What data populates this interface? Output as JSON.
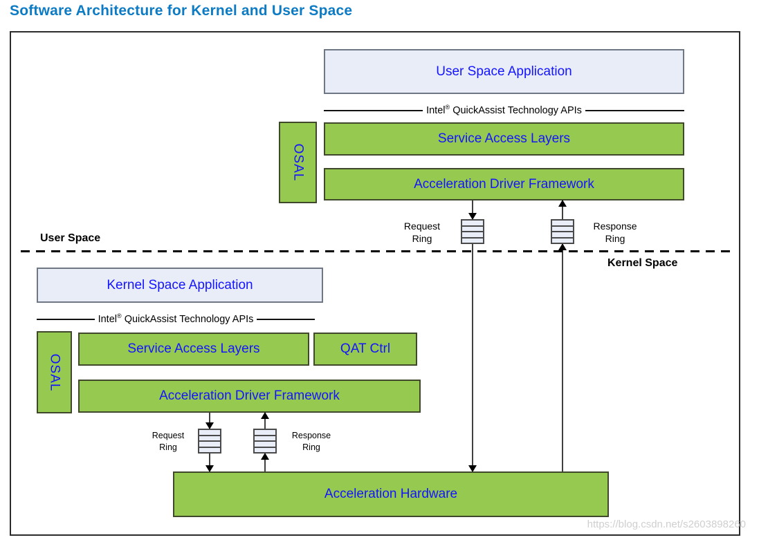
{
  "title": "Software Architecture for Kernel and User Space",
  "watermark": "https://blog.csdn.net/s2603898260",
  "colors": {
    "title_blue": "#0D7BC4",
    "text_blue": "#1414FF",
    "green": "#95C94F",
    "green_border": "#40482C",
    "panel_blue": "#E8EDF7",
    "panel_border": "#6F7784",
    "watermark_gray": "#CFCFCF"
  },
  "api_banner": {
    "brand": "Intel",
    "registered_mark": "®",
    "text": "QuickAssist Technology APIs"
  },
  "boundary": {
    "user_space_label": "User Space",
    "kernel_space_label": "Kernel Space"
  },
  "user_space": {
    "application": "User Space Application",
    "osal": "OSAL",
    "service_access_layers": "Service Access Layers",
    "acceleration_driver_framework": "Acceleration Driver Framework",
    "request_ring": {
      "line1": "Request",
      "line2": "Ring"
    },
    "response_ring": {
      "line1": "Response",
      "line2": "Ring"
    }
  },
  "kernel_space": {
    "application": "Kernel Space Application",
    "osal": "OSAL",
    "service_access_layers": "Service Access Layers",
    "qat_ctrl": "QAT Ctrl",
    "acceleration_driver_framework": "Acceleration Driver Framework",
    "request_ring": {
      "line1": "Request",
      "line2": "Ring"
    },
    "response_ring": {
      "line1": "Response",
      "line2": "Ring"
    }
  },
  "hardware": {
    "label": "Acceleration Hardware"
  }
}
